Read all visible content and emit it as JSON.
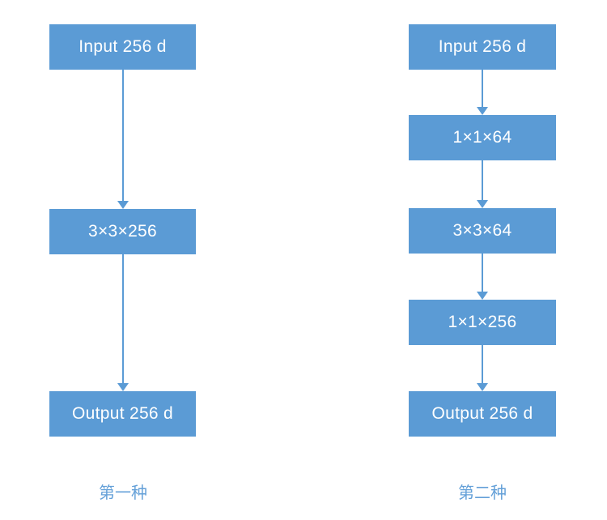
{
  "colors": {
    "box-fill": "#5b9bd5",
    "box-text": "#ffffff",
    "arrow": "#5b9bd5",
    "caption-text": "#64a0d8",
    "background": "#ffffff"
  },
  "diagram": {
    "columns": [
      {
        "caption": "第一种",
        "boxes": [
          {
            "label": "Input 256 d"
          },
          {
            "label": "3×3×256"
          },
          {
            "label": "Output 256 d"
          }
        ]
      },
      {
        "caption": "第二种",
        "boxes": [
          {
            "label": "Input 256 d"
          },
          {
            "label": "1×1×64"
          },
          {
            "label": "3×3×64"
          },
          {
            "label": "1×1×256"
          },
          {
            "label": "Output 256 d"
          }
        ]
      }
    ]
  }
}
